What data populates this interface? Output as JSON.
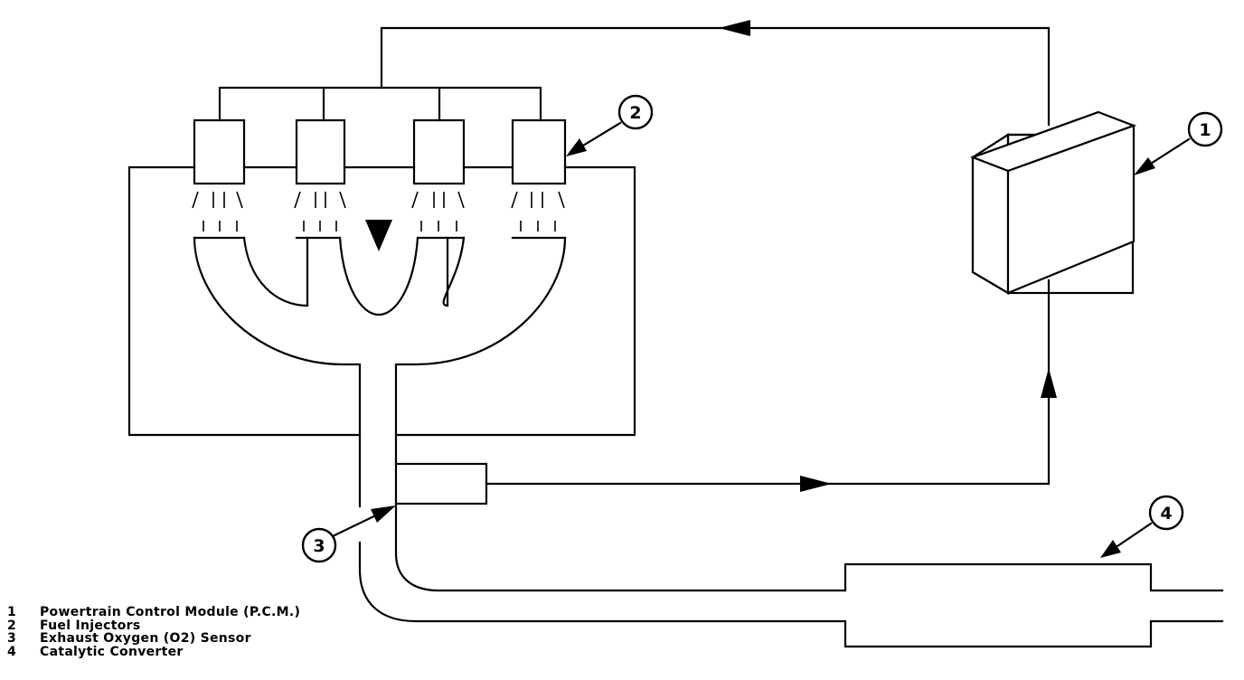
{
  "callouts": [
    {
      "number": "1"
    },
    {
      "number": "2"
    },
    {
      "number": "3"
    },
    {
      "number": "4"
    }
  ],
  "legend": [
    {
      "number": "1",
      "text": "Powertrain Control Module (P.C.M.)"
    },
    {
      "number": "2",
      "text": "Fuel Injectors"
    },
    {
      "number": "3",
      "text": "Exhaust Oxygen (O2) Sensor"
    },
    {
      "number": "4",
      "text": "Catalytic Converter"
    }
  ]
}
